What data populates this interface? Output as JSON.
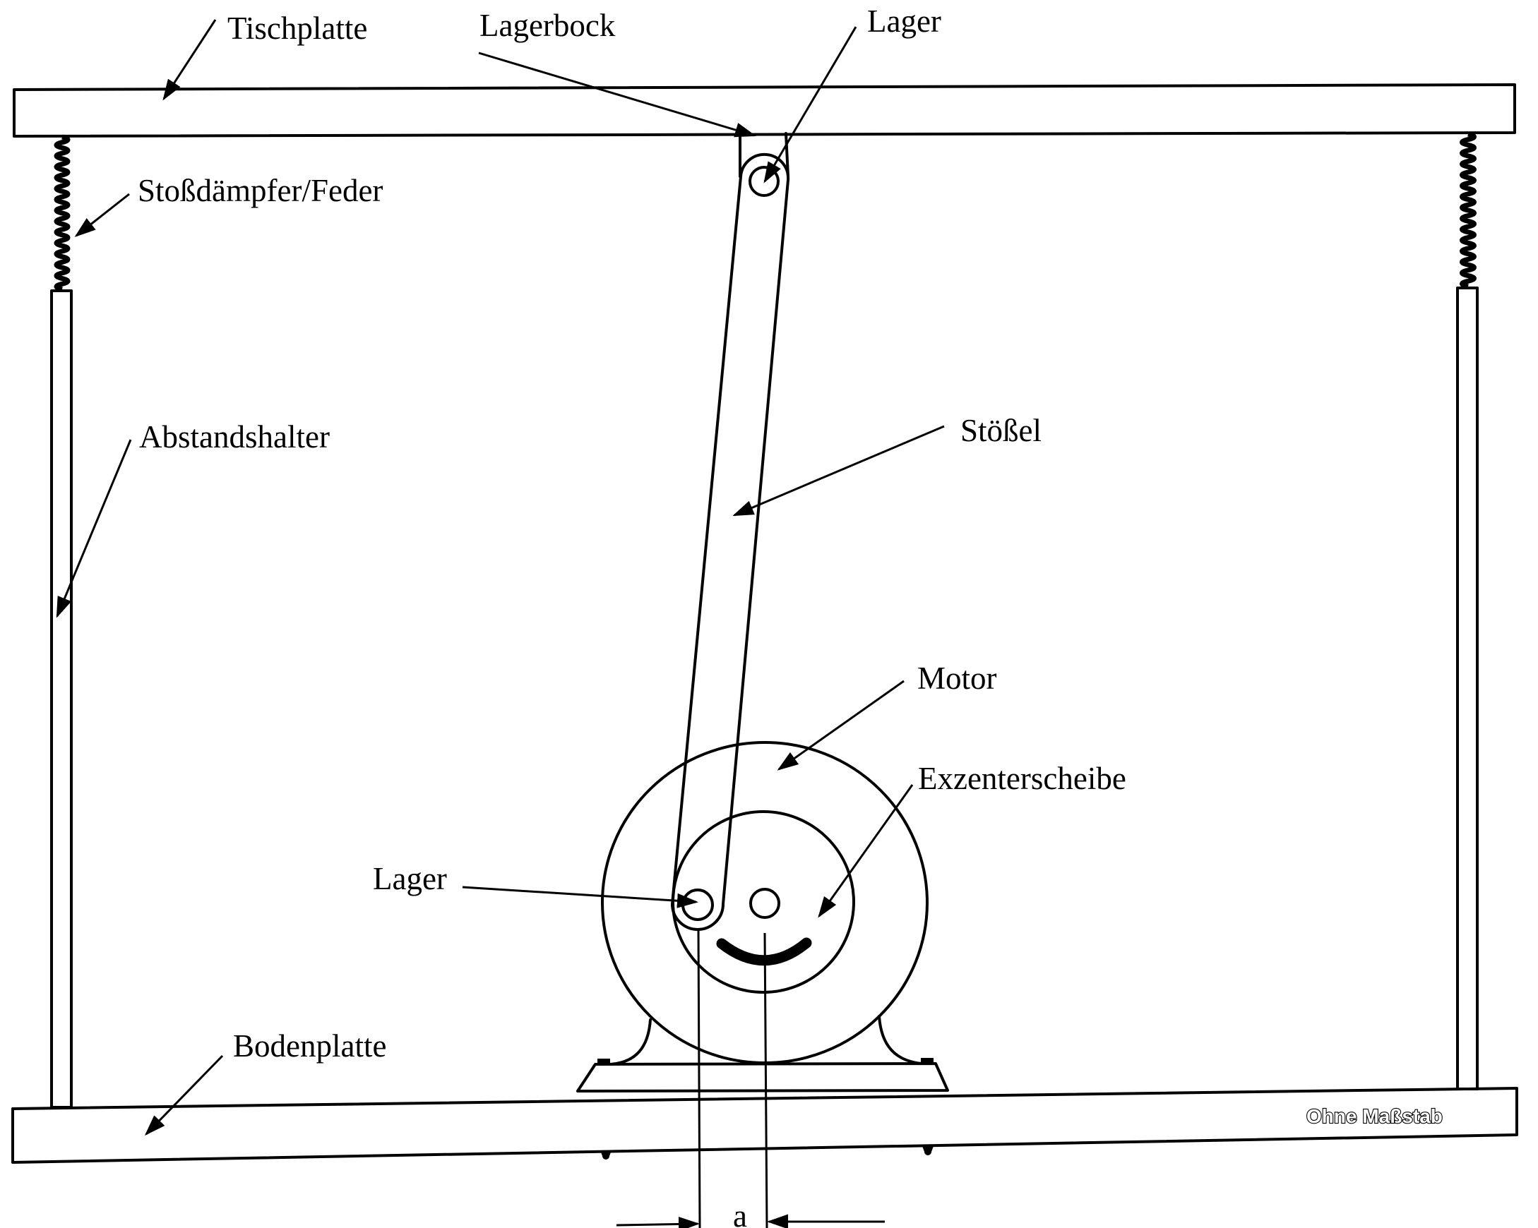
{
  "diagram": {
    "type": "mechanical schematic",
    "colors": {
      "line": "#000000",
      "background": "#ffffff"
    },
    "labels": {
      "tischplatte": "Tischplatte",
      "lagerbock": "Lagerbock",
      "lager_top": "Lager",
      "stossdaempfer": "Stoßdämpfer/Feder",
      "abstandshalter": "Abstandshalter",
      "stoessel": "Stößel",
      "motor": "Motor",
      "exzenterscheibe": "Exzenterscheibe",
      "lager_bottom": "Lager",
      "bodenplatte": "Bodenplatte",
      "scale_note": "Ohne Maßstab",
      "dimension": "a"
    }
  }
}
